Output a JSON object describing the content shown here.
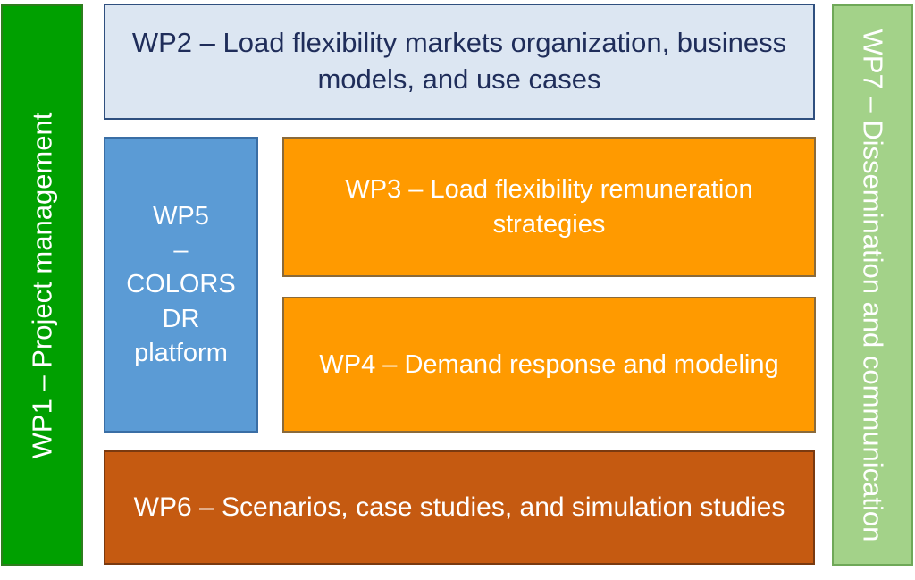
{
  "boxes": {
    "wp1": {
      "label": "WP1 – Project management",
      "color": "#00a000"
    },
    "wp2": {
      "label": "WP2 – Load flexibility markets organization, business models, and use cases",
      "color": "#dce6f2"
    },
    "wp3": {
      "label": "WP3 – Load flexibility remuneration strategies",
      "color": "#ff9a00"
    },
    "wp4": {
      "label": "WP4 – Demand response and modeling",
      "color": "#ff9a00"
    },
    "wp5": {
      "lines": [
        "WP5",
        "–",
        "COLORS",
        "DR",
        "platform"
      ],
      "color": "#5b9bd5"
    },
    "wp6": {
      "label": "WP6 – Scenarios, case studies, and simulation studies",
      "color": "#c55a11"
    },
    "wp7": {
      "label": "WP7 – Dissemination and communication",
      "color": "#a3d289"
    }
  }
}
